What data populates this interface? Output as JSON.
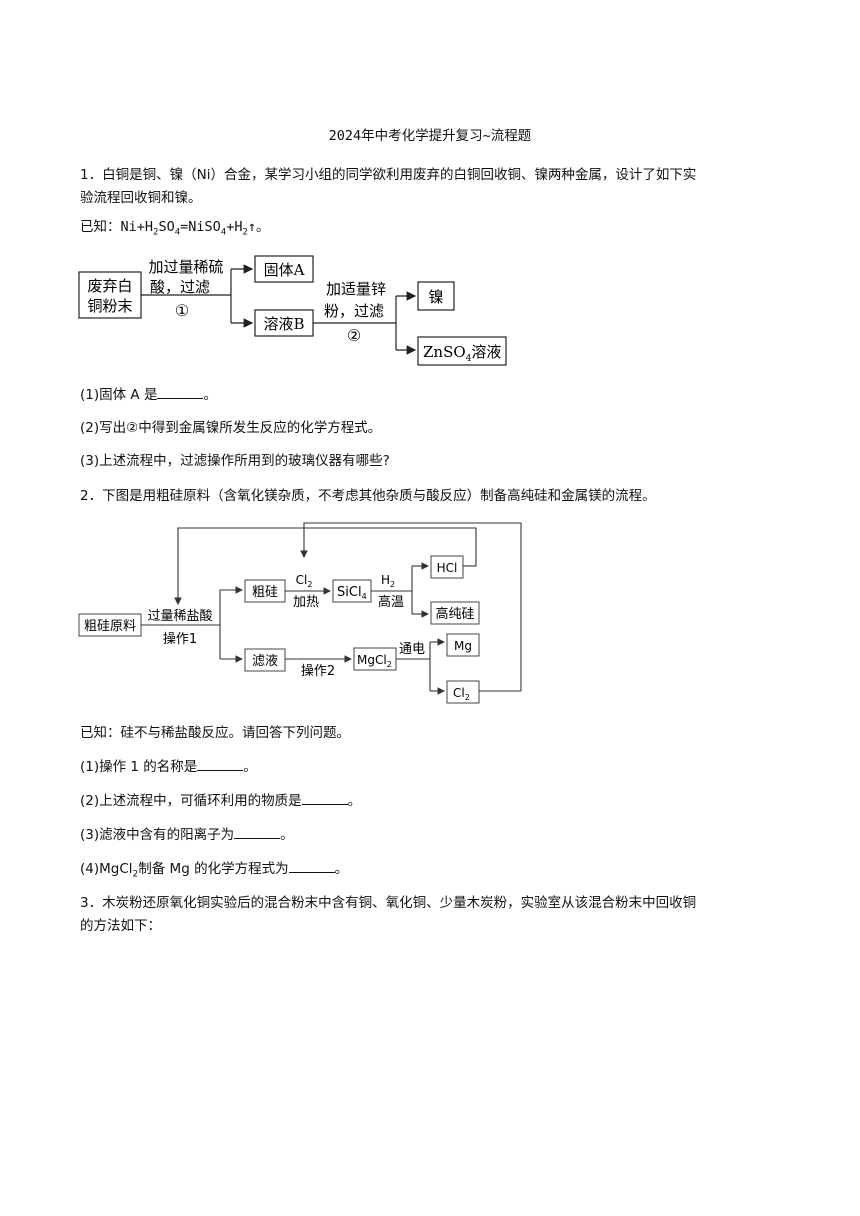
{
  "doc_title": "2024年中考化学提升复习~流程题",
  "q1": {
    "stem_line1": "1．白铜是铜、镍（Ni）合金，某学习小组的同学欲利用废弃的白铜回收铜、镍两种金属，设计了如下实",
    "stem_line2": "验流程回收铜和镍。",
    "known_prefix": "已知：Ni+H",
    "known_mid": "SO",
    "known_mid2": "=NiSO",
    "known_mid3": "+H",
    "known_suffix": "↑。",
    "sub2": "2",
    "sub4": "4",
    "flow": {
      "start_l1": "废弃白",
      "start_l2": "铜粉末",
      "step1_l1": "加过量稀硫",
      "step1_l2": "酸，过滤",
      "step1_num": "①",
      "solidA": "固体A",
      "solB": "溶液B",
      "step2_l1": "加适量锌",
      "step2_l2": "粉，过滤",
      "step2_num": "②",
      "ni": "镍",
      "znso4": "ZnSO",
      "znso4_sub": "4",
      "znso4_tail": "溶液"
    },
    "q_a": "(1)固体 A 是",
    "q_a_end": "。",
    "q_b": "(2)写出②中得到金属镍所发生反应的化学方程式。",
    "q_c": "(3)上述流程中，过滤操作所用到的玻璃仪器有哪些?"
  },
  "q2": {
    "stem": "2．下图是用粗硅原料（含氧化镁杂质，不考虑其他杂质与酸反应）制备高纯硅和金属镁的流程。",
    "flow": {
      "raw": "粗硅原料",
      "reagent": "过量稀盐酸",
      "op1": "操作1",
      "crude_si": "粗硅",
      "cl2_top": "Cl",
      "cl2_sub": "2",
      "heat": "加热",
      "sicl4": "SiCl",
      "sicl4_sub": "4",
      "h2": "H",
      "h2_sub": "2",
      "high_temp": "高温",
      "hcl": "HCl",
      "pure_si": "高纯硅",
      "filtrate": "滤液",
      "op2": "操作2",
      "mgcl2": "MgCl",
      "mgcl2_sub": "2",
      "elec": "通电",
      "mg": "Mg",
      "cl2_out": "Cl",
      "cl2_out_sub": "2"
    },
    "known": "已知：硅不与稀盐酸反应。请回答下列问题。",
    "q_a": "(1)操作 1 的名称是",
    "q_b": "(2)上述流程中，可循环利用的物质是",
    "q_c": "(3)滤液中含有的阳离子为",
    "q_d_pre": "(4)MgCl",
    "q_d_sub": "2",
    "q_d_post": "制备 Mg 的化学方程式为",
    "end": "。"
  },
  "q3": {
    "line1": "3．木炭粉还原氧化铜实验后的混合粉末中含有铜、氧化铜、少量木炭粉，实验室从该混合粉末中回收铜",
    "line2": "的方法如下："
  }
}
